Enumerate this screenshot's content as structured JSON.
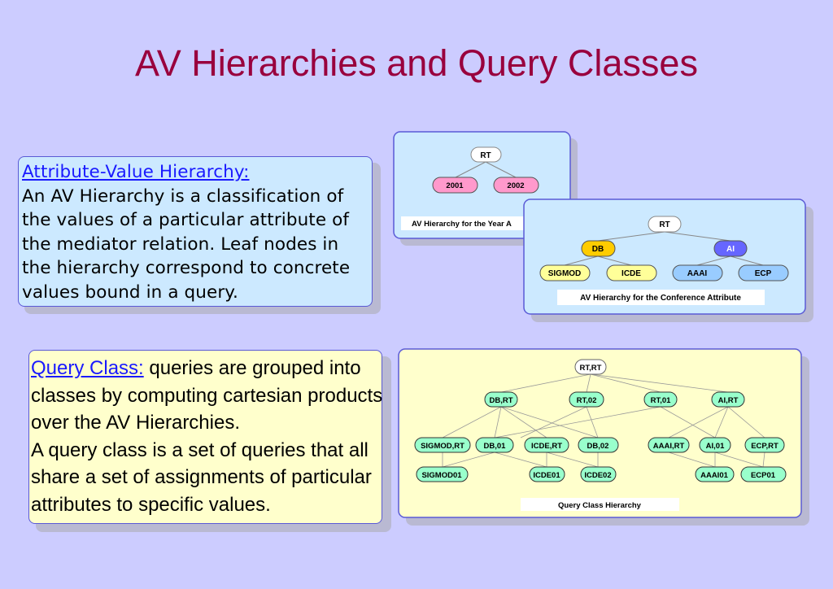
{
  "title": "AV Hierarchies and Query Classes",
  "av_box": {
    "heading": "Attribute-Value Hierarchy:",
    "body": "An AV Hierarchy is a classification of the values of a particular attribute of the mediator relation. Leaf nodes in the hierarchy correspond to concrete values bound in a query."
  },
  "qc_box": {
    "heading": "Query Class:",
    "body_first": " queries are grouped into classes by computing cartesian products over the AV Hierarchies.",
    "body_second": "A query class is a set of queries that all share a set of assignments of particular attributes to specific values."
  },
  "year_tree": {
    "caption": "AV Hierarchy for the Year A",
    "root": "RT",
    "leaves": [
      "2001",
      "2002"
    ],
    "colors": {
      "root": "#ffffff",
      "leaf": "#ff99cc",
      "bg": "#cce9ff"
    }
  },
  "conf_tree": {
    "caption": "AV Hierarchy for the Conference Attribute",
    "root": "RT",
    "db": "DB",
    "ai": "AI",
    "db_leaves": [
      "SIGMOD",
      "ICDE"
    ],
    "ai_leaves": [
      "AAAI",
      "ECP"
    ],
    "colors": {
      "db": "#ffcc00",
      "db_leaf": "#ffff99",
      "ai": "#6666ff",
      "ai_leaf": "#99ccff",
      "bg": "#cce9ff"
    }
  },
  "qc_tree": {
    "caption": "Query Class Hierarchy",
    "root": "RT,RT",
    "level1": [
      "DB,RT",
      "RT,02",
      "RT,01",
      "AI,RT"
    ],
    "level2": [
      "SIGMOD,RT",
      "DB,01",
      "ICDE,RT",
      "DB,02",
      "AAAI,RT",
      "AI,01",
      "ECP,RT"
    ],
    "level3": [
      "SIGMOD01",
      "ICDE01",
      "ICDE02",
      "AAAI01",
      "ECP01"
    ],
    "colors": {
      "node": "#99ffcc",
      "bg": "#ffffcc"
    }
  }
}
